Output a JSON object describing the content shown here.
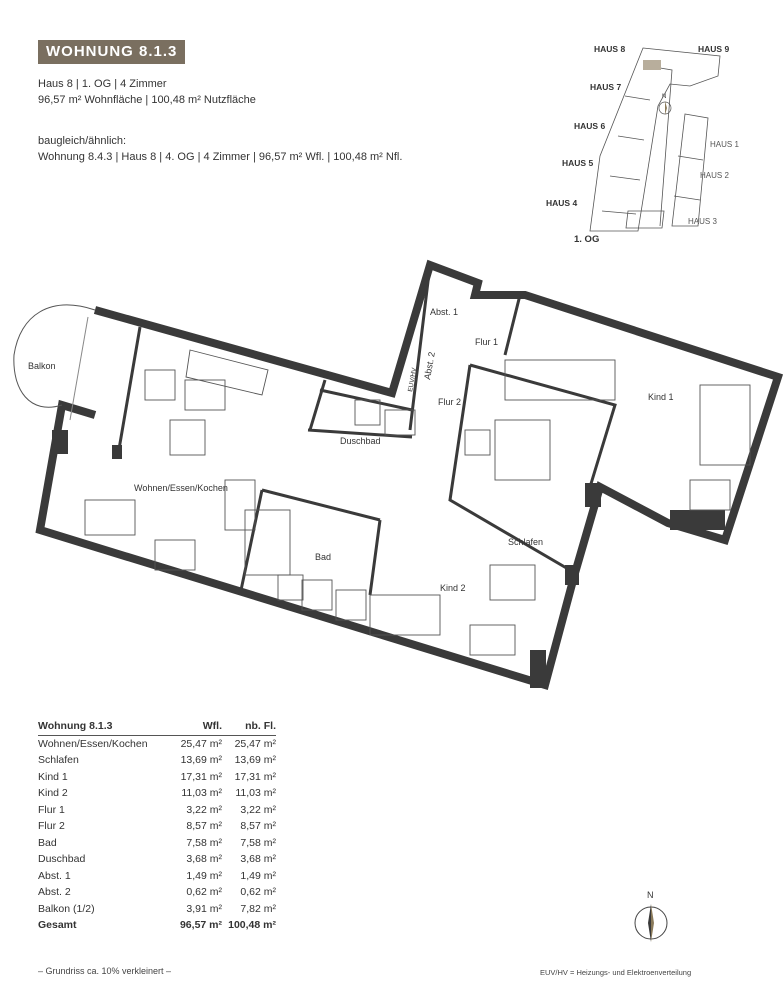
{
  "header": {
    "title": "WOHNUNG 8.1.3",
    "line1": "Haus 8 | 1. OG | 4 Zimmer",
    "line2": "96,57 m² Wohnfläche | 100,48 m² Nutzfläche",
    "similar_label": "baugleich/ähnlich:",
    "similar_text": "Wohnung 8.4.3 | Haus 8 | 4. OG | 4 Zimmer | 96,57 m² Wfl. | 100,48 m² Nfl."
  },
  "keymap": {
    "haus8": "HAUS 8",
    "haus9": "HAUS 9",
    "haus7": "HAUS 7",
    "haus6": "HAUS 6",
    "haus5": "HAUS 5",
    "haus4": "HAUS 4",
    "haus1": "HAUS 1",
    "haus2": "HAUS 2",
    "haus3": "HAUS 3",
    "floor": "1. OG",
    "north": "N",
    "highlight_color": "#b8ae9c"
  },
  "plan": {
    "balkon": "Balkon",
    "wohnen": "Wohnen/Essen/Kochen",
    "duschbad": "Duschbad",
    "flur2": "Flur 2",
    "flur1": "Flur 1",
    "abst1": "Abst. 1",
    "abst2": "Abst. 2",
    "ehv": "EUV/HV",
    "bad": "Bad",
    "schlafen": "Schlafen",
    "kind1": "Kind 1",
    "kind2": "Kind 2",
    "wall_color": "#3a3a3a"
  },
  "table": {
    "headers": [
      "Wohnung 8.1.3",
      "Wfl.",
      "nb. Fl."
    ],
    "rows": [
      {
        "name": "Wohnen/Essen/Kochen",
        "wfl": "25,47 m²",
        "nfl": "25,47 m²"
      },
      {
        "name": "Schlafen",
        "wfl": "13,69 m²",
        "nfl": "13,69 m²"
      },
      {
        "name": "Kind 1",
        "wfl": "17,31 m²",
        "nfl": "17,31 m²"
      },
      {
        "name": "Kind 2",
        "wfl": "11,03 m²",
        "nfl": "11,03 m²"
      },
      {
        "name": "Flur 1",
        "wfl": "3,22 m²",
        "nfl": "3,22 m²"
      },
      {
        "name": "Flur 2",
        "wfl": "8,57 m²",
        "nfl": "8,57 m²"
      },
      {
        "name": "Bad",
        "wfl": "7,58 m²",
        "nfl": "7,58 m²"
      },
      {
        "name": "Duschbad",
        "wfl": "3,68 m²",
        "nfl": "3,68 m²"
      },
      {
        "name": "Abst. 1",
        "wfl": "1,49 m²",
        "nfl": "1,49 m²"
      },
      {
        "name": "Abst. 2",
        "wfl": "0,62 m²",
        "nfl": "0,62 m²"
      },
      {
        "name": "Balkon (1/2)",
        "wfl": "3,91 m²",
        "nfl": "7,82 m²"
      }
    ],
    "total": {
      "name": "Gesamt",
      "wfl": "96,57 m²",
      "nfl": "100,48 m²"
    }
  },
  "footer": {
    "left": "– Grundriss ca. 10% verkleinert –",
    "right": "EUV/HV = Heizungs- und Elektroenverteilung"
  },
  "compass": {
    "north": "N"
  }
}
